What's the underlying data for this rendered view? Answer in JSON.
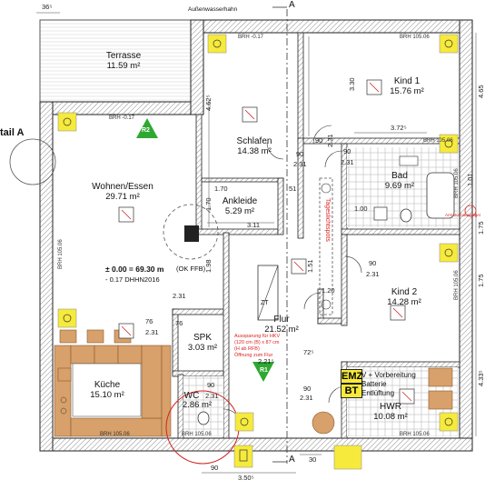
{
  "rooms": {
    "terrasse": {
      "name": "Terrasse",
      "area": "11.59 m²"
    },
    "schlafen": {
      "name": "Schlafen",
      "area": "14.38 m²"
    },
    "kind1": {
      "name": "Kind 1",
      "area": "15.76 m²"
    },
    "wohnen": {
      "name": "Wohnen/Essen",
      "area": "29.71 m²"
    },
    "ankleide": {
      "name": "Ankleide",
      "area": "5.29 m²"
    },
    "bad": {
      "name": "Bad",
      "area": "9.69 m²"
    },
    "kind2": {
      "name": "Kind 2",
      "area": "14.28 m²"
    },
    "flur": {
      "name": "Flur",
      "area": "21.52 m²"
    },
    "spk": {
      "name": "SPK",
      "area": "3.03 m²"
    },
    "kueche": {
      "name": "Küche",
      "area": "15.10 m²"
    },
    "wc": {
      "name": "WC",
      "area": "2.86 m²"
    },
    "hwr": {
      "name": "HWR",
      "area": "10.08 m²",
      "note1": "V + Vorbereitung",
      "note2": "Batterie",
      "note3": "Entlüftung"
    }
  },
  "labels": {
    "aussenwasserhahn": "Außenwasserhahn",
    "detail_a": "tail A",
    "elevation_main": "± 0.00 = 69.30 m",
    "elevation_suffix": "(OK FFB)",
    "elevation_dhhn": "- 0.17 DHHN2016",
    "tageslichtspots": "Tageslichtspots",
    "aussparung1": "Aussparung für HKV",
    "aussparung2": "(120 cm (B) x 87 cm",
    "aussparung3": "(H ab RFB)",
    "aussparung4": "Öffnung zum Flur",
    "emz": "EMZ",
    "bt": "BT",
    "r1": "R1",
    "r2": "R2",
    "zt": "ZT",
    "bad_note": "Armatur bauseitiger",
    "cut_a_top": "A",
    "cut_a_bottom": "A"
  },
  "dimensions": {
    "top_36": "36⁵",
    "bottom_350": "3.50⁵",
    "bottom_30": "30",
    "right_465": "4.65",
    "right_101": "1.01",
    "right_175a": "1.75",
    "right_175b": "1.75",
    "right_433": "4.33⁵",
    "d_462": "4.62⁵",
    "d_330": "3.30",
    "d_372": "3.72⁵",
    "d_90a": "90",
    "d_231a": "2.31",
    "d_90b": "90",
    "d_231b": "2.31",
    "d_90c": "90",
    "d_170a": "1.70",
    "d_51": "51",
    "d_170b": "1.70",
    "d_311": "3.11",
    "d_100": "1.00",
    "d_90d": "90",
    "d_231d": "2.31",
    "d_151": "1.51",
    "d_120": "1.20",
    "d_198": "1.98",
    "d_76a": "76",
    "d_231e": "2.31",
    "d_76b": "76",
    "d_231f": "2.31",
    "d_72": "72⁵",
    "d_221": "2.21⁵",
    "d_90e": "90",
    "d_231g": "2.31",
    "d_90f": "90",
    "d_231h": "2.31",
    "d_90g": "90"
  },
  "brh": {
    "b1": "BRH -0.17",
    "b2": "BRH 105.06",
    "b3": "BRH -0.17",
    "b4": "BRH 105.06",
    "b5": "BRH 105.06",
    "b6": "BRH 105.06",
    "b7": "BRH 105.06",
    "b8": "BRH 105.06",
    "b9": "BRH 105.06",
    "b10": "BRH 105.06"
  },
  "colors": {
    "wall_hatch": "#c9c9c9",
    "furniture": "#d8a06a",
    "sensor_yellow": "#f6ea3c",
    "red_mark": "#d22020",
    "green_arrow": "#2fa832"
  }
}
